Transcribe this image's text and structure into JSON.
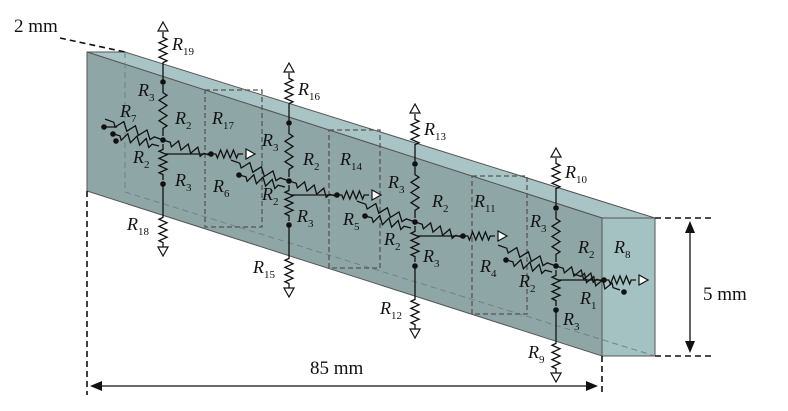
{
  "dimensions": {
    "thickness": "2 mm",
    "length": "85 mm",
    "height": "5 mm"
  },
  "resistor_labels": {
    "R1": {
      "base": "R",
      "sub": "1"
    },
    "R2": {
      "base": "R",
      "sub": "2"
    },
    "R3": {
      "base": "R",
      "sub": "3"
    },
    "R4": {
      "base": "R",
      "sub": "4"
    },
    "R5": {
      "base": "R",
      "sub": "5"
    },
    "R6": {
      "base": "R",
      "sub": "6"
    },
    "R7": {
      "base": "R",
      "sub": "7"
    },
    "R8": {
      "base": "R",
      "sub": "8"
    },
    "R9": {
      "base": "R",
      "sub": "9"
    },
    "R10": {
      "base": "R",
      "sub": "10"
    },
    "R11": {
      "base": "R",
      "sub": "11"
    },
    "R12": {
      "base": "R",
      "sub": "12"
    },
    "R13": {
      "base": "R",
      "sub": "13"
    },
    "R14": {
      "base": "R",
      "sub": "14"
    },
    "R15": {
      "base": "R",
      "sub": "15"
    },
    "R16": {
      "base": "R",
      "sub": "16"
    },
    "R17": {
      "base": "R",
      "sub": "17"
    },
    "R18": {
      "base": "R",
      "sub": "18"
    },
    "R19": {
      "base": "R",
      "sub": "19"
    }
  },
  "colors": {
    "front_face": "#8fa6a6",
    "top_face": "#a9c4c4",
    "side_face": "#a4c2c2",
    "ink": "#111111"
  }
}
